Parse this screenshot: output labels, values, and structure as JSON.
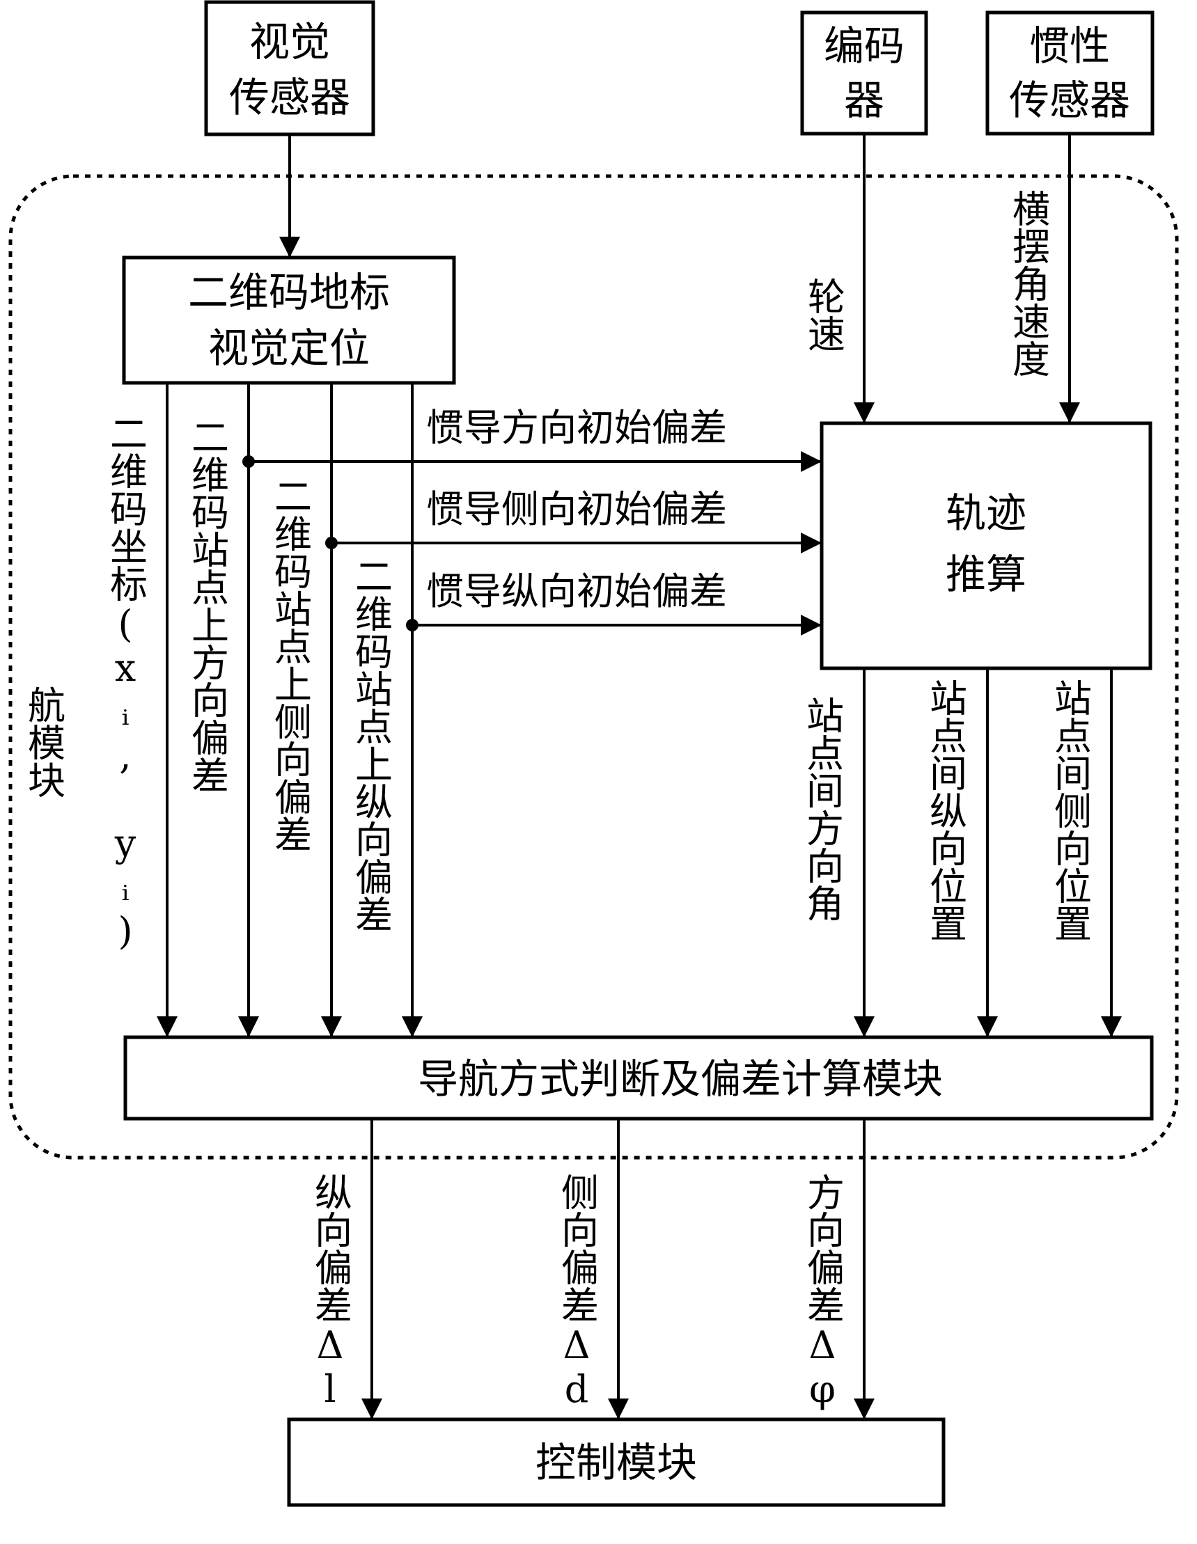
{
  "nodes": {
    "vision_sensor": [
      "视觉",
      "传感器"
    ],
    "encoder": [
      "编码",
      "器"
    ],
    "inertial_sensor": [
      "惯性",
      "传感器"
    ],
    "qr_vision": [
      "二维码地标",
      "视觉定位"
    ],
    "dead_reckoning": [
      "轨迹",
      "推算"
    ],
    "nav_calc": "导航方式判断及偏差计算模块",
    "control": "控制模块"
  },
  "frame_label": "航模块",
  "signals": {
    "wheel_speed": "轮速",
    "yaw_rate": "横摆角速度",
    "init_heading": "惯导方向初始偏差",
    "init_lateral": "惯导侧向初始偏差",
    "init_long": "惯导纵向初始偏差",
    "qr_coord": "二维码坐标(xᵢ, yᵢ)",
    "qr_heading": "二维码站点上方向偏差",
    "qr_lateral": "二维码站点上侧向偏差",
    "qr_long": "二维码站点上纵向偏差",
    "heading_angle": "站点间方向角",
    "long_pos": "站点间纵向位置",
    "lat_pos": "站点间侧向位置",
    "long_dev": "纵向偏差Δl",
    "lat_dev": "侧向偏差Δd",
    "head_dev": "方向偏差Δφ"
  }
}
